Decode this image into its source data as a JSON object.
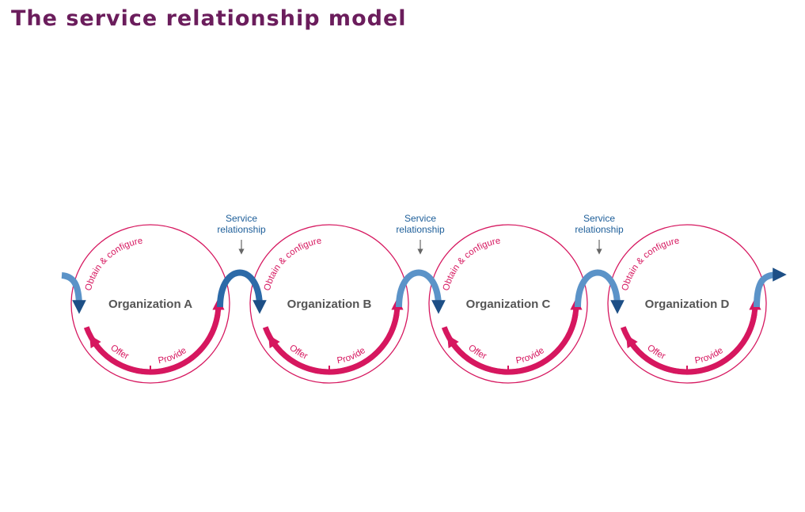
{
  "title": "The service relationship model",
  "organizations": [
    {
      "name": "Organization A"
    },
    {
      "name": "Organization B"
    },
    {
      "name": "Organization C"
    },
    {
      "name": "Organization D"
    }
  ],
  "activities": {
    "obtain": "Obtain & configure",
    "offer": "Offer",
    "provide": "Provide"
  },
  "relationships": [
    {
      "line1": "Service",
      "line2": "relationship"
    },
    {
      "line1": "Service",
      "line2": "relationship"
    },
    {
      "line1": "Service",
      "line2": "relationship"
    }
  ],
  "colors": {
    "title": "#6b1d5c",
    "cycle": "#d6175f",
    "relationship": "#2c6aa8",
    "relationship_light": "#5b93c8",
    "org_label": "#555555",
    "pointer": "#666666"
  }
}
